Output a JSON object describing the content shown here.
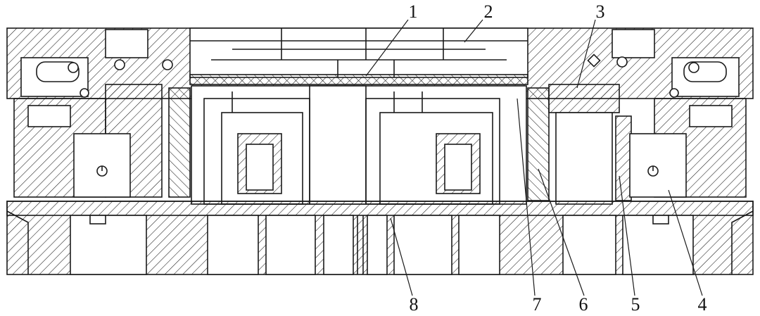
{
  "colors": {
    "line": "#1a1a1a",
    "paper": "#ffffff"
  },
  "callouts": [
    {
      "id": "1",
      "label": "1"
    },
    {
      "id": "2",
      "label": "2"
    },
    {
      "id": "3",
      "label": "3"
    },
    {
      "id": "4",
      "label": "4"
    },
    {
      "id": "5",
      "label": "5"
    },
    {
      "id": "6",
      "label": "6"
    },
    {
      "id": "7",
      "label": "7"
    },
    {
      "id": "8",
      "label": "8"
    }
  ]
}
